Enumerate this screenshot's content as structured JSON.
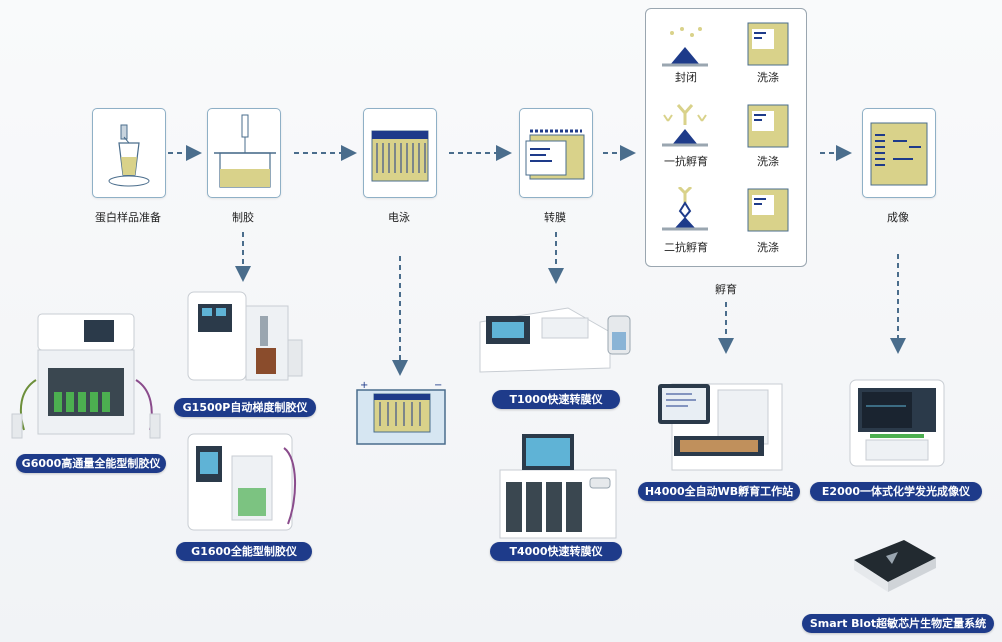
{
  "workflow": {
    "steps": [
      {
        "id": "prep",
        "label": "蛋白样品准备"
      },
      {
        "id": "gel",
        "label": "制胶"
      },
      {
        "id": "electro",
        "label": "电泳"
      },
      {
        "id": "transfer",
        "label": "转膜"
      },
      {
        "id": "imaging",
        "label": "成像"
      }
    ],
    "incubation": {
      "label": "孵育",
      "rows": [
        {
          "left": "封闭",
          "right": "洗涤"
        },
        {
          "left": "一抗孵育",
          "right": "洗涤"
        },
        {
          "left": "二抗孵育",
          "right": "洗涤"
        }
      ]
    }
  },
  "products": {
    "g6000": "G6000高通量全能型制胶仪",
    "g1500p": "G1500P自动梯度制胶仪",
    "g1600": "G1600全能型制胶仪",
    "t1000": "T1000快速转膜仪",
    "t4000": "T4000快速转膜仪",
    "h4000": "H4000全自动WB孵育工作站",
    "e2000": "E2000一体式化学发光成像仪",
    "smartblot": "Smart Blot超敏芯片生物定量系统"
  },
  "colors": {
    "accent": "#1e3b8a",
    "arrow": "#4a6d8c",
    "gel": "#d9d28a"
  }
}
